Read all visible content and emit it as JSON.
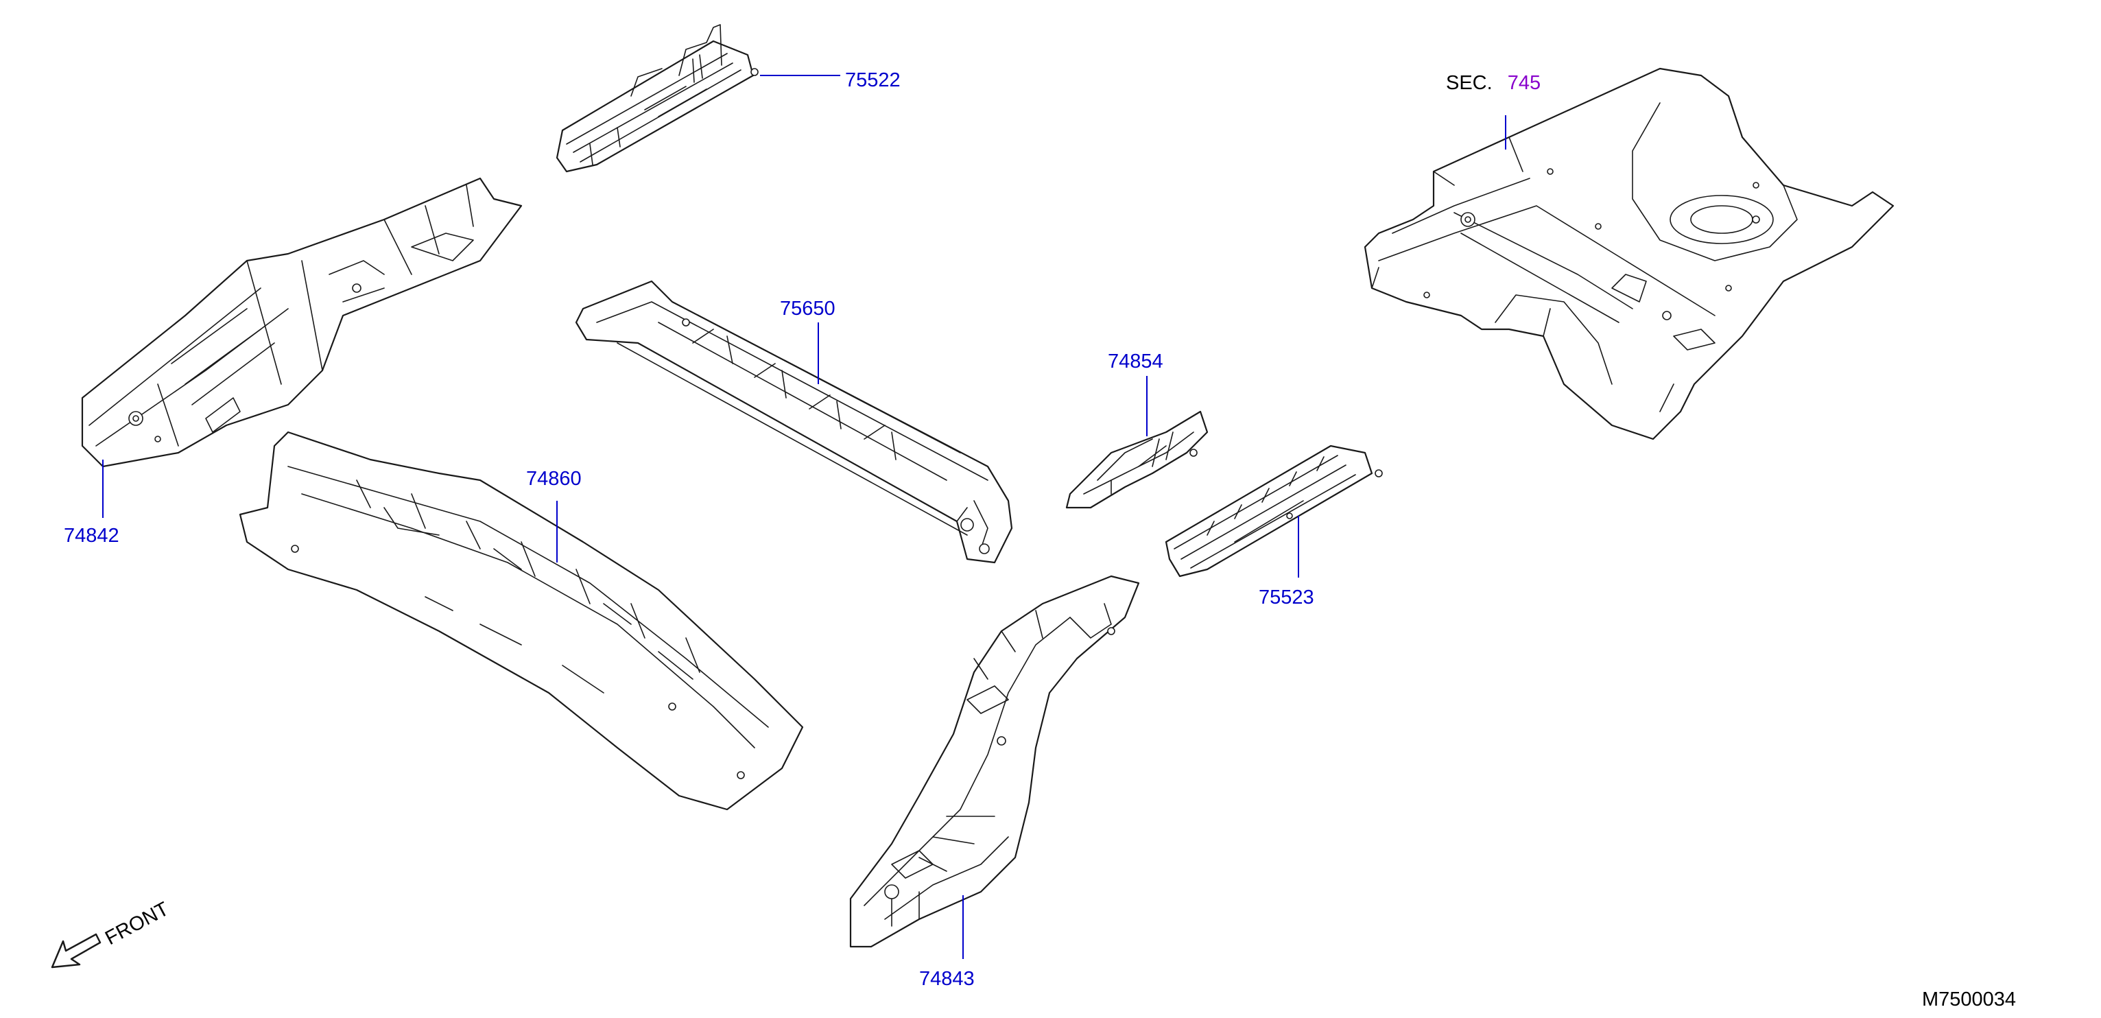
{
  "colors": {
    "part_number": "#0000cc",
    "section_ref": "#8800cc",
    "text": "#000000",
    "line": "#1a1a1a"
  },
  "callouts": {
    "p75522": "75522",
    "p75650": "75650",
    "p74860": "74860",
    "p74842": "74842",
    "p74854": "74854",
    "p75523": "75523",
    "p74843": "74843"
  },
  "section": {
    "prefix": "SEC.",
    "number": "745"
  },
  "orientation": {
    "label": "FRONT",
    "icon": "front-arrow-icon"
  },
  "diagram_code": "M7500034"
}
